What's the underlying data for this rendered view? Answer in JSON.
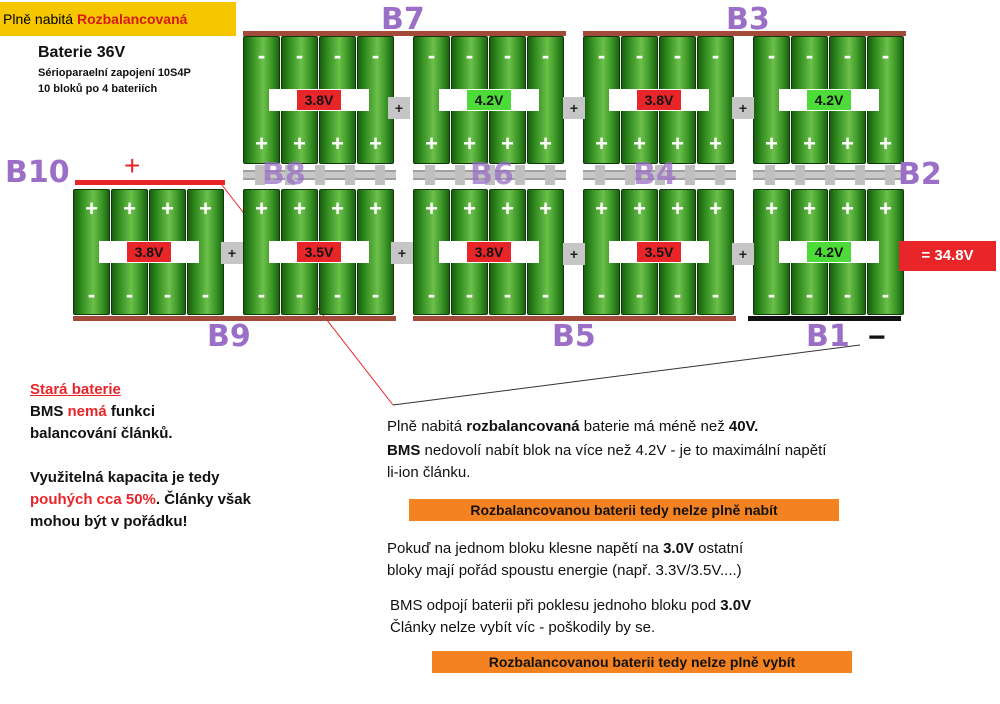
{
  "header": {
    "title_prefix": "Plně nabitá",
    "title_highlight": "Rozbalancovaná",
    "battery": "Baterie 36V",
    "config": "Sérioparaelní zapojení 10S4P",
    "blocks": "10 bloků po 4 bateriích"
  },
  "blocks": {
    "B1": "B1",
    "B2": "B2",
    "B3": "B3",
    "B4": "B4",
    "B5": "B5",
    "B6": "B6",
    "B7": "B7",
    "B8": "B8",
    "B9": "B9",
    "B10": "B10"
  },
  "voltages": {
    "top": [
      "3.8V",
      "4.2V",
      "3.8V",
      "4.2V"
    ],
    "bottom": [
      "3.8V",
      "3.5V",
      "3.8V",
      "3.5V",
      "4.2V"
    ]
  },
  "colors": {
    "red": "#e8262a",
    "green": "#4ddb3a",
    "purple": "#9b6fc7",
    "orange": "#f58220"
  },
  "terminals": {
    "plus": "+",
    "minus": "−"
  },
  "series_plus": "+",
  "total": "= 34.8V",
  "left_note": {
    "heading": "Stará baterie",
    "line1_a": "BMS ",
    "line1_b": "nemá",
    "line1_c": " funkci",
    "line2": "balancování článků.",
    "line3": "Využitelná kapacita je tedy",
    "line4_a": "pouhých cca 50%",
    "line4_b": ". Články však",
    "line5": "mohou být v pořádku!"
  },
  "right_note": {
    "p1_a": "Plně nabitá ",
    "p1_b": "rozbalancovaná",
    "p1_c": " baterie má méně než ",
    "p1_d": "40V.",
    "p2_a": "BMS",
    "p2_b": " nedovolí nabít blok na více než 4.2V - je to maximální napětí",
    "p2_c": "li-ion článku.",
    "banner1": "Rozbalancovanou baterii tedy nelze plně nabít",
    "p3_a": "Pokuď na jednom bloku klesne napětí na ",
    "p3_b": "3.0V",
    "p3_c": " ostatní",
    "p3_d": "bloky mají pořád spoustu energie (např. 3.3V/3.5V....)",
    "p4_a": "BMS odpojí baterii při poklesu jednoho bloku pod ",
    "p4_b": "3.0V",
    "p4_c": "Články nelze vybít víc - poškodily by se.",
    "banner2": "Rozbalancovanou baterii tedy nelze plně vybít"
  }
}
